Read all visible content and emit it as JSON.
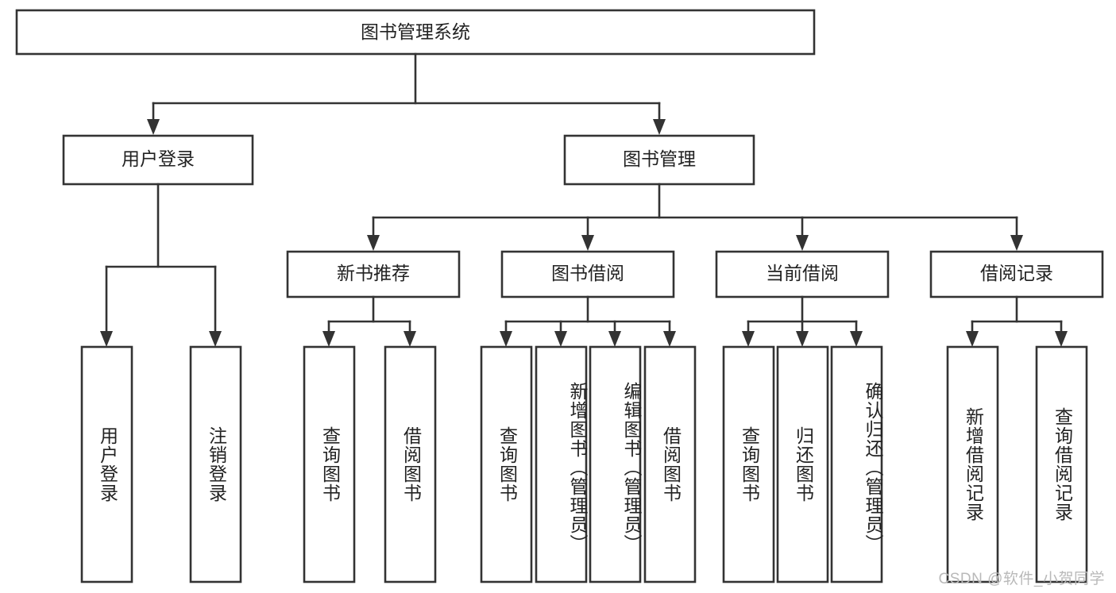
{
  "diagram": {
    "type": "tree-hierarchy-chart",
    "title_node": "图书管理系统",
    "watermark": "CSDN @软件_小贺同学",
    "colors": {
      "box_stroke": "#333333",
      "box_fill": "#ffffff",
      "text": "#222222",
      "background": "#ffffff",
      "watermark": "#b9b9b9"
    },
    "levels": {
      "level1": [
        {
          "id": "root",
          "label": "图书管理系统"
        }
      ],
      "level2": [
        {
          "id": "user-login",
          "label": "用户登录",
          "parent": "root"
        },
        {
          "id": "book-management",
          "label": "图书管理",
          "parent": "root"
        }
      ],
      "level3": [
        {
          "id": "new-book-recommend",
          "label": "新书推荐",
          "parent": "book-management"
        },
        {
          "id": "book-borrow",
          "label": "图书借阅",
          "parent": "book-management"
        },
        {
          "id": "current-borrow",
          "label": "当前借阅",
          "parent": "book-management"
        },
        {
          "id": "borrow-record",
          "label": "借阅记录",
          "parent": "book-management"
        }
      ],
      "leaves": [
        {
          "id": "leaf-user-login",
          "label": "用户登录",
          "parent": "user-login"
        },
        {
          "id": "leaf-logout",
          "label": "注销登录",
          "parent": "user-login"
        },
        {
          "id": "leaf-query-book-1",
          "label": "查询图书",
          "parent": "new-book-recommend"
        },
        {
          "id": "leaf-borrow-book-1",
          "label": "借阅图书",
          "parent": "new-book-recommend"
        },
        {
          "id": "leaf-query-book-2",
          "label": "查询图书",
          "parent": "book-borrow"
        },
        {
          "id": "leaf-add-book",
          "label": "新增图书（管理员）",
          "parent": "book-borrow"
        },
        {
          "id": "leaf-edit-book",
          "label": "编辑图书（管理员）",
          "parent": "book-borrow"
        },
        {
          "id": "leaf-borrow-book-2",
          "label": "借阅图书",
          "parent": "book-borrow"
        },
        {
          "id": "leaf-query-book-3",
          "label": "查询图书",
          "parent": "current-borrow"
        },
        {
          "id": "leaf-return-book",
          "label": "归还图书",
          "parent": "current-borrow"
        },
        {
          "id": "leaf-confirm-return",
          "label": "确认归还（管理员）",
          "parent": "current-borrow"
        },
        {
          "id": "leaf-add-record",
          "label": "新增借阅记录",
          "parent": "borrow-record"
        },
        {
          "id": "leaf-query-record",
          "label": "查询借阅记录",
          "parent": "borrow-record"
        }
      ]
    }
  }
}
